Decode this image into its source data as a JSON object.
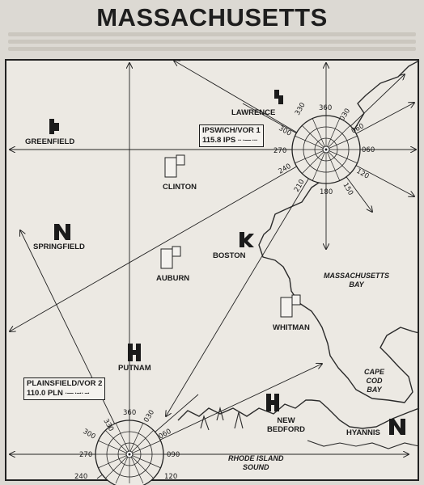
{
  "title": "MASSACHUSETTS",
  "airports": {
    "lawrence": "LAWRENCE",
    "greenfield": "GREENFIELD",
    "clinton": "CLINTON",
    "springfield": "SPRINGFIELD",
    "boston": "BOSTON",
    "auburn": "AUBURN",
    "whitman": "WHITMAN",
    "putnam": "PUTNAM",
    "new_bedford": "NEW\nBEDFORD",
    "hyannis": "HYANNIS"
  },
  "water": {
    "mass_bay": "MASSACHUSETTS\nBAY",
    "cape_cod_bay": "CAPE\nCOD\nBAY",
    "ri_sound": "RHODE ISLAND\nSOUND"
  },
  "vor1": {
    "name": "IPSWICH/VOR 1",
    "freq": "115.8 IPS",
    "morse": "·· ·–– ···"
  },
  "vor2": {
    "name": "PLAINSFIELD/VOR 2",
    "freq": "110.0 PLN",
    "morse": "·–– ·–·· –·"
  },
  "vor1_radials": [
    "330",
    "360",
    "030",
    "060",
    "060",
    "120",
    "150",
    "180",
    "210",
    "240",
    "270",
    "300"
  ],
  "vor2_radials": [
    "300",
    "330",
    "360",
    "030",
    "060",
    "270",
    "090",
    "120",
    "240"
  ]
}
